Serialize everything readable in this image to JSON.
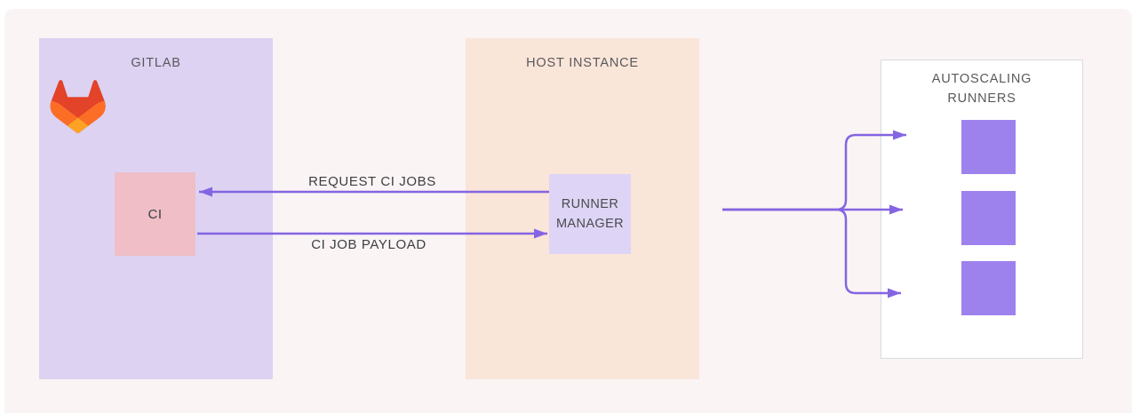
{
  "colors": {
    "canvas_bg": "#faf4f5",
    "gitlab_box_bg": "#ddd2f2",
    "ci_box_bg": "#efbec7",
    "host_box_bg": "#fae5d9",
    "runner_manager_box_bg": "#ded5f6",
    "autoscaling_box_bg": "#ffffff",
    "autoscaling_box_border": "#d8dbe0",
    "runner_square_bg": "#9d82ee",
    "arrow": "#8465e2",
    "title_text": "#58595b",
    "label_text": "#3d3e40"
  },
  "gitlab": {
    "title": "GITLAB",
    "logo": "gitlab-tanuki-logo",
    "ci_label": "CI"
  },
  "host": {
    "title": "HOST INSTANCE",
    "runner_manager_label": "RUNNER MANAGER"
  },
  "autoscaling": {
    "title": "AUTOSCALING RUNNERS",
    "runner_count": 3
  },
  "flows": {
    "request_label": "REQUEST CI JOBS",
    "payload_label": "CI JOB PAYLOAD",
    "scale_out_branches": 3
  }
}
